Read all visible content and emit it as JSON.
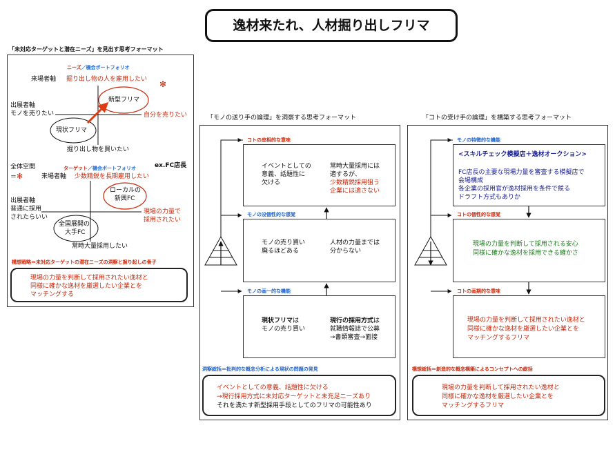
{
  "title": "逸材来たれ、人材掘り出しフリマ",
  "left": {
    "heading": "「未対応ターゲットと潜在ニーズ」を見出す思考フォーマット",
    "map1": {
      "header_a": "ニーズ",
      "header_sep": "／",
      "header_b": "機会ポートフォリオ",
      "top_axis": "来場者軸",
      "top_need": "掘り出し物の人を雇用したい",
      "left_axis_1": "出展者軸",
      "left_axis_2": "モノを売りたい",
      "right_need": "自分を売りたい",
      "bottom_label": "掘り出し物を買いたい",
      "oval_new": "新型フリマ",
      "oval_current": "現状フリマ",
      "mark": "✻"
    },
    "map2": {
      "whole_1": "全体空間",
      "whole_2": "＝",
      "header_a": "ターゲット",
      "header_sep": "／",
      "header_b": "機会ポートフォリオ",
      "ex_label": "ex.FC店長",
      "top_axis": "来場者軸",
      "top_need": "少数精鋭を長期雇用したい",
      "left_axis_1": "出展者軸",
      "left_axis_2": "普通に採用",
      "left_axis_3": "されたらいい",
      "oval_local_1": "ローカルの",
      "oval_local_2": "新興FC",
      "right_need_1": "現場の力量で",
      "right_need_2": "採用されたい",
      "oval_fc_1": "全国展開の",
      "oval_fc_2": "大手FC",
      "bottom_label": "常時大量採用したい",
      "mark": "✻"
    },
    "strategy_label": "構想戦略＝未対応ターゲットの潜在ニーズの洞察と掘り起しの骨子",
    "strategy_lines": [
      "現場の力量を判断して採用されたい逸材と",
      "同様に確かな逸材を厳選したい企業とを",
      "マッチングする"
    ]
  },
  "middle": {
    "heading": "「モノの送り手の論理」を洞察する思考フォーマット",
    "level1_label": "コトの皮相的な意味",
    "level1_left": [
      "イベントとしての",
      "意義、話題性に",
      "欠ける"
    ],
    "level1_right_black": [
      "常時大量採用には",
      "適するが、"
    ],
    "level1_right_red": [
      "少数精鋭採用狙う",
      "企業には適さない"
    ],
    "level2_label": "モノの没個性的な感覚",
    "level2_left": [
      "モノの売り買い",
      "廃るほどある"
    ],
    "level2_right": [
      "人材の力量までは",
      "分からない"
    ],
    "level3_label": "モノの画一的な機能",
    "level3_left_bold": "現状フリマ",
    "level3_left_rest": "は",
    "level3_left_2": "モノの売り買い",
    "level3_right_bold": "現行の採用方式",
    "level3_right_rest": "は",
    "level3_right_2": "就職情報誌で公募",
    "level3_right_3": "→書類審査→面接",
    "summary_label": "洞察総括＝批判的な概念分析による現状の問題の発見",
    "summary_lines": [
      "イベントとしての意義、話題性に欠ける",
      "→現行採用方式に未対応ターゲットと未充足ニーズあり",
      "それを満たす新型採用手段としてのフリマの可能性あり"
    ]
  },
  "right": {
    "heading": "「コトの受け手の論理」を構築する思考フォーマット",
    "level1_label": "モノの特徴的な機能",
    "level1_title": "<スキルチェック模擬店＋逸材オークション>",
    "level1_lines": [
      "FC店長の主要な現場力量を審査する模擬店で",
      "会場構成",
      "各企業の採用官が逸材採用を条件で競る",
      "ドラフト方式もありか"
    ],
    "level2_label": "コトの個性的な感覚",
    "level2_lines": [
      "現場の力量を判断して採用される安心",
      "同様に確かな逸材を採用できる確かさ"
    ],
    "level3_label": "コトの画期的な意味",
    "level3_lines": [
      "現場の力量を判断して採用されたい逸材と",
      "同様に確かな逸材を厳選したい企業とを",
      "マッチングするフリマ"
    ],
    "summary_label": "構想総括＝創造的な概念構築によるコンセプトへの総括",
    "summary_lines": [
      "現場の力量を判断して採用されたい逸材と",
      "同様に確かな逸材を厳選したい企業とを",
      "マッチングするフリマ"
    ]
  },
  "colors": {
    "red": "#c8290c",
    "blue": "#2a6fd6",
    "navy": "#1a1f8f",
    "label_red": "#d12a1a",
    "label_blue": "#1f62c9",
    "accent_arrow": "#e03a12"
  }
}
